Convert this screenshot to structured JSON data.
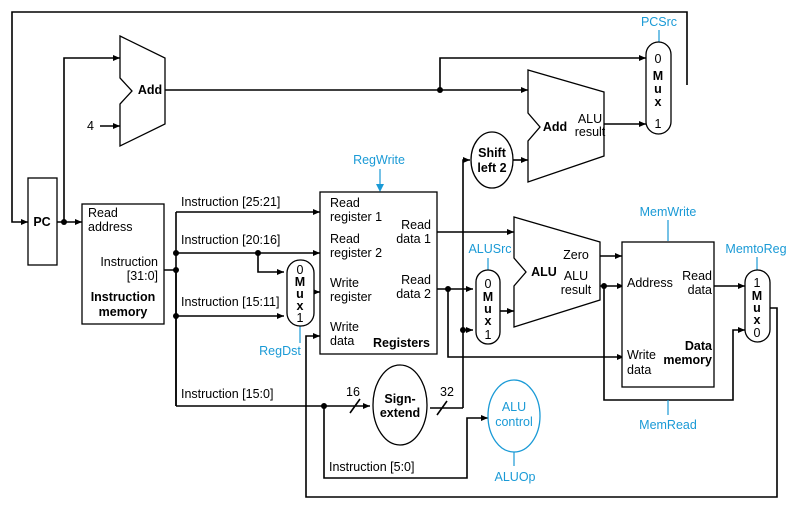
{
  "units": {
    "pc": "PC",
    "add": "Add",
    "const_four": "4",
    "instr_mem": {
      "read": "Read",
      "address": "address",
      "instr": "Instruction",
      "bits": "[31:0]",
      "title1": "Instruction",
      "title2": "memory"
    },
    "registers": {
      "rr1a": "Read",
      "rr1b": "register 1",
      "rr2a": "Read",
      "rr2b": "register 2",
      "wra": "Write",
      "wrb": "register",
      "wda": "Write",
      "wdb": "data",
      "rd1a": "Read",
      "rd1b": "data 1",
      "rd2a": "Read",
      "rd2b": "data 2",
      "title": "Registers"
    },
    "sign_extend": {
      "l1": "Sign-",
      "l2": "extend",
      "in_bits": "16",
      "out_bits": "32"
    },
    "shift_left": {
      "l1": "Shift",
      "l2": "left 2"
    },
    "branch_adder": {
      "add": "Add",
      "alu": "ALU",
      "result": "result"
    },
    "alu": {
      "name": "ALU",
      "zero": "Zero",
      "alu": "ALU",
      "result": "result"
    },
    "alu_control": {
      "l1": "ALU",
      "l2": "control"
    },
    "data_mem": {
      "address": "Address",
      "rda": "Read",
      "rdb": "data",
      "wda": "Write",
      "wdb": "data",
      "title1": "Data",
      "title2": "memory"
    },
    "mux_letters": [
      "M",
      "u",
      "x"
    ],
    "mux_zero": "0",
    "mux_one": "1"
  },
  "fields": {
    "f25_21": "Instruction [25:21]",
    "f20_16": "Instruction [20:16]",
    "f15_11": "Instruction [15:11]",
    "f15_0": "Instruction [15:0]",
    "f5_0": "Instruction [5:0]"
  },
  "control_signals": {
    "pcsrc": "PCSrc",
    "regwrite": "RegWrite",
    "alusrc": "ALUSrc",
    "memwrite": "MemWrite",
    "memtoreg": "MemtoReg",
    "regdst": "RegDst",
    "memread": "MemRead",
    "aluop": "ALUOp"
  },
  "colors": {
    "control": "#1a9ad6",
    "wire": "#000000"
  }
}
